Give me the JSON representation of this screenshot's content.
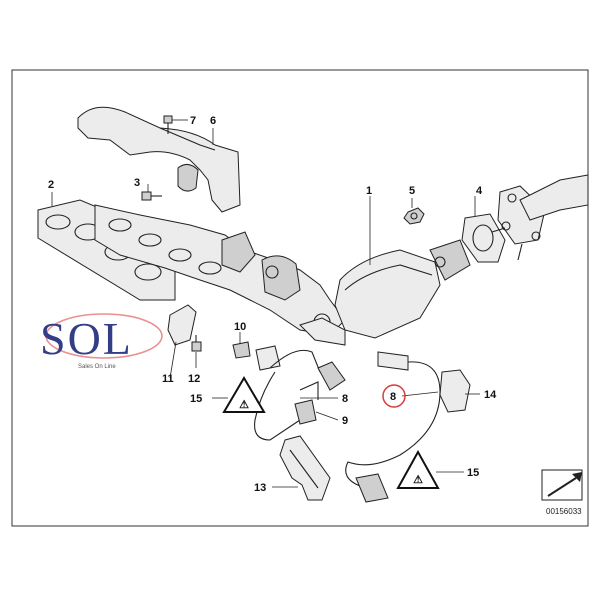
{
  "logo": {
    "text": "SOL",
    "tagline": "Sales On Line",
    "ring_color": "#e05050",
    "text_color": "#1e2a7a"
  },
  "callouts": {
    "c1": "1",
    "c2": "2",
    "c3": "3",
    "c4": "4",
    "c5": "5",
    "c6": "6",
    "c7": "7",
    "c8a": "8",
    "c8b": "8",
    "c9": "9",
    "c10": "10",
    "c11": "11",
    "c12": "12",
    "c13": "13",
    "c14": "14",
    "c15a": "15",
    "c15b": "15"
  },
  "highlight": {
    "part": "8",
    "color": "#d83a3a"
  },
  "doc_number": "00156033",
  "icons": [
    "warning-triangle-icon",
    "arrow-view-icon"
  ]
}
